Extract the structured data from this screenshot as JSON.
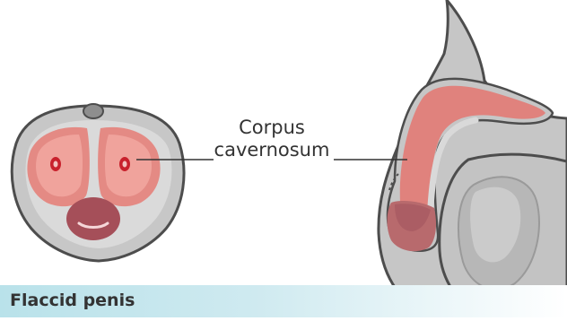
{
  "label": {
    "line1": "Corpus",
    "line2": "cavernosum"
  },
  "caption": "Flaccid penis",
  "colors": {
    "skin_outline": "#4a4a4a",
    "skin_fill": "#c9c9c9",
    "tunica": "#d7d7d7",
    "corpus_cavernosum": "#e0827d",
    "corpus_cavernosum_light": "#f1a19b",
    "glans": "#b9676b",
    "spongiosum": "#a9505a",
    "artery": "#c81e2a",
    "caption_bar": "#b9e2ea",
    "leader_line": "#333333"
  }
}
